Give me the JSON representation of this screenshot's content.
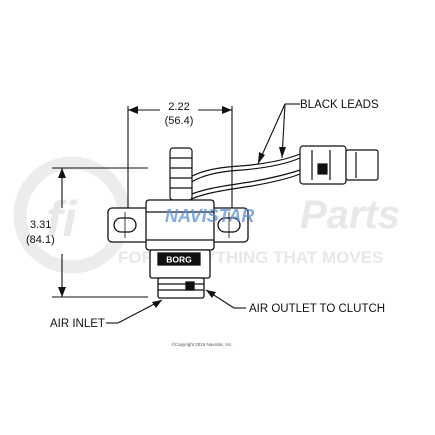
{
  "watermark": {
    "brand_left": "fi",
    "brand_right": "Parts",
    "tagline": "FOR EVERYTHING THAT MOVES",
    "logo_text": "NAVISTAR",
    "logo_color": "#5b8fd6",
    "watermark_color": "#e6e6e6"
  },
  "dimensions": {
    "width_in": "2.22",
    "width_mm": "(56.4)",
    "height_in": "3.31",
    "height_mm": "(84.1)"
  },
  "callouts": {
    "black_leads": "BLACK LEADS",
    "air_outlet": "AIR OUTLET TO CLUTCH",
    "air_inlet": "AIR INLET"
  },
  "part": {
    "body_stamp": "BORG"
  },
  "footer": {
    "copyright": "©Copyright 2016 Navistar, Inc."
  },
  "colors": {
    "line": "#111111",
    "background": "#ffffff"
  }
}
